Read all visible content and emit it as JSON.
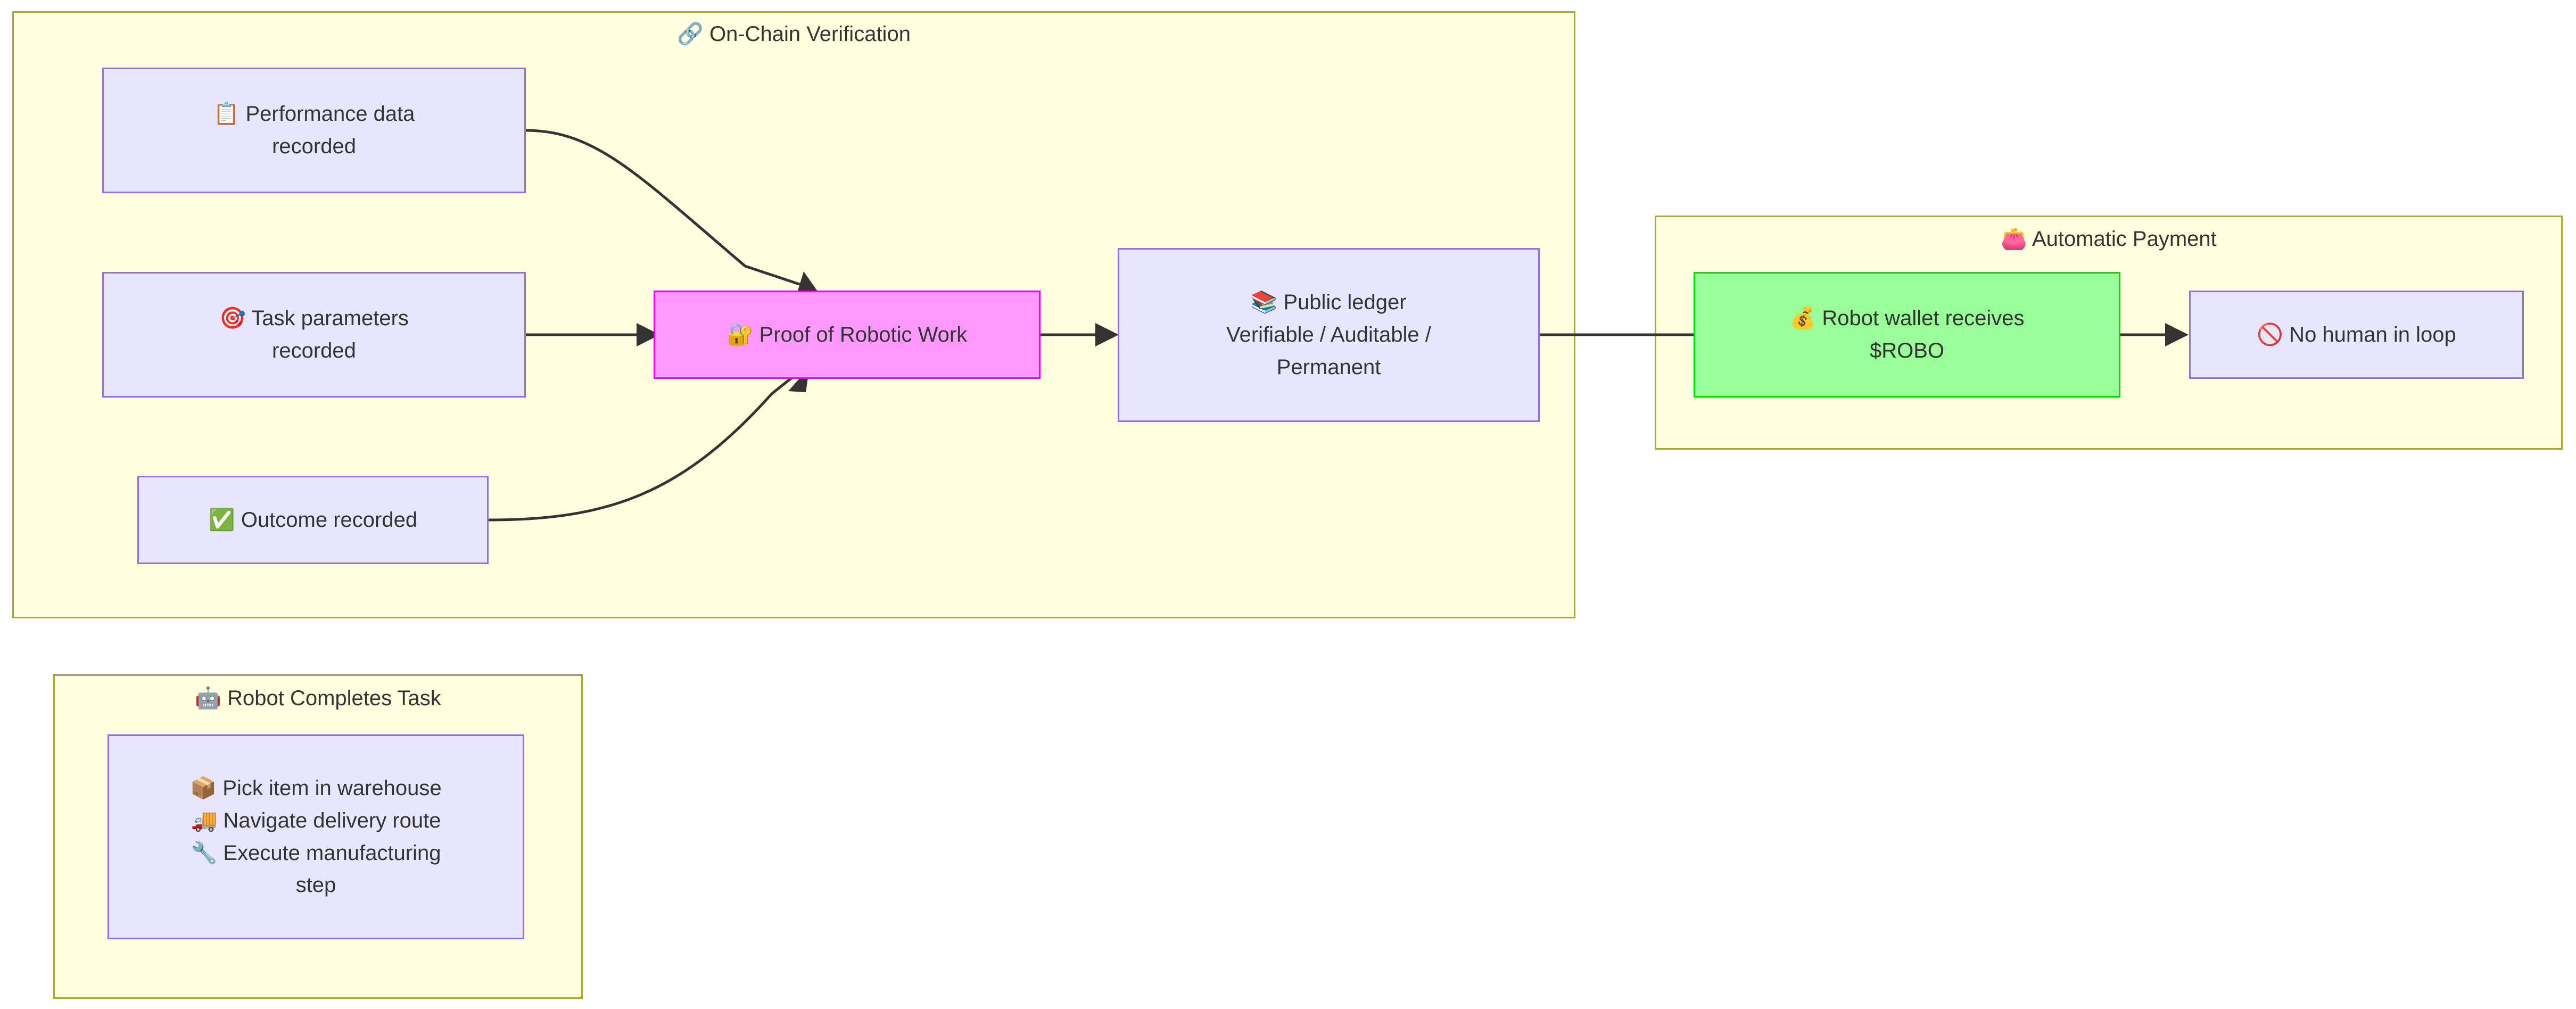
{
  "diagram": {
    "type": "flowchart",
    "direction": "left-to-right",
    "background_color": "#ffffff",
    "cluster_fill": "#ffffde",
    "cluster_stroke": "#aaaa33",
    "node_fill_default": "#e6e6ff",
    "node_stroke_default": "#9370db",
    "highlight_fill": "#ff99ff",
    "highlight_stroke": "#ee00ee",
    "success_fill": "#99ff99",
    "success_stroke": "#00dd00",
    "edge_color": "#333333",
    "text_color": "#333333"
  },
  "clusters": [
    {
      "id": "on-chain-verification",
      "title": "🔗 On-Chain Verification",
      "icon": "link-icon"
    },
    {
      "id": "automatic-payment",
      "title": "👛 Automatic Payment",
      "icon": "purse-icon"
    },
    {
      "id": "robot-completes-task",
      "title": "🤖 Robot Completes Task",
      "icon": "robot-icon"
    }
  ],
  "nodes": [
    {
      "id": "performance-data",
      "label": "📋 Performance data\nrecorded",
      "icon": "clipboard-icon",
      "style": "lavender",
      "cluster": "on-chain-verification"
    },
    {
      "id": "task-parameters",
      "label": "🎯 Task parameters\nrecorded",
      "icon": "target-icon",
      "style": "lavender",
      "cluster": "on-chain-verification"
    },
    {
      "id": "outcome-recorded",
      "label": "✅ Outcome recorded",
      "icon": "check-mark-icon",
      "style": "lavender",
      "cluster": "on-chain-verification"
    },
    {
      "id": "proof-of-robotic-work",
      "label": "🔐 Proof of Robotic Work",
      "icon": "lock-key-icon",
      "style": "magenta",
      "cluster": "on-chain-verification"
    },
    {
      "id": "public-ledger",
      "label": "📚 Public ledger\nVerifiable / Auditable /\nPermanent",
      "icon": "books-icon",
      "style": "lavender",
      "cluster": "on-chain-verification"
    },
    {
      "id": "robot-wallet",
      "label": "💰 Robot wallet receives\n$ROBO",
      "icon": "money-bag-icon",
      "style": "green",
      "cluster": "automatic-payment"
    },
    {
      "id": "no-human-in-loop",
      "label": "🚫 No human in loop",
      "icon": "prohibited-icon",
      "style": "lavender",
      "cluster": "automatic-payment"
    },
    {
      "id": "robot-task-list",
      "label": "📦 Pick item in warehouse\n🚚 Navigate delivery route\n🔧 Execute manufacturing\nstep",
      "icon": "package-truck-wrench-icon",
      "style": "lavender",
      "cluster": "robot-completes-task"
    }
  ],
  "edges": [
    {
      "from": "performance-data",
      "to": "proof-of-robotic-work",
      "shape": "curved"
    },
    {
      "from": "task-parameters",
      "to": "proof-of-robotic-work",
      "shape": "straight"
    },
    {
      "from": "outcome-recorded",
      "to": "proof-of-robotic-work",
      "shape": "curved"
    },
    {
      "from": "proof-of-robotic-work",
      "to": "public-ledger",
      "shape": "straight"
    },
    {
      "from": "public-ledger",
      "to": "robot-wallet",
      "shape": "straight"
    },
    {
      "from": "robot-wallet",
      "to": "no-human-in-loop",
      "shape": "straight"
    }
  ]
}
